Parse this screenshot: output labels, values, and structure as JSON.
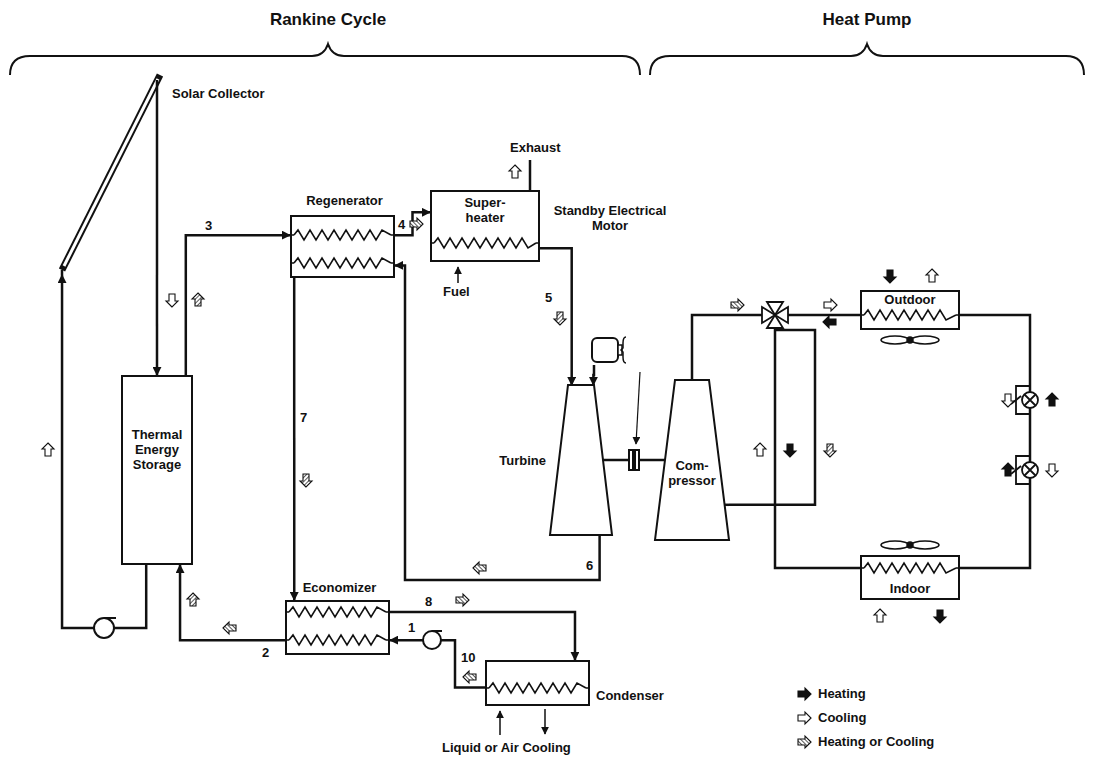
{
  "diagram": {
    "nodes": [
      {
        "text": [
          "Solar Collector"
        ]
      },
      {
        "text": [
          "Regenerator"
        ]
      },
      {
        "text": [
          "Super- heater"
        ]
      },
      {
        "text": [
          "Standby Electrical Motor"
        ]
      },
      {
        "text": [
          "Thermal Energy Storage"
        ]
      },
      {
        "text": [
          "Turbine"
        ]
      },
      {
        "text": [
          "Com- pressor"
        ]
      },
      {
        "text": [
          "Outdoor"
        ]
      },
      {
        "text": [
          "Indoor"
        ]
      },
      {
        "text": [
          "Economizer"
        ]
      },
      {
        "text": [
          "Condenser"
        ]
      }
    ],
    "edges": [
      {
        "from": 0,
        "to": 4,
        "arrow": "to"
      },
      {
        "from": 4,
        "to": 0,
        "arrow": "to"
      },
      {
        "from": 4,
        "to": 1,
        "arrow": "to"
      },
      {
        "from": 1,
        "to": 2,
        "arrow": "to"
      },
      {
        "from": 2,
        "to": 5,
        "arrow": "to"
      },
      {
        "from": 5,
        "to": 1,
        "arrow": "to"
      },
      {
        "from": 1,
        "to": 9,
        "arrow": "to"
      },
      {
        "from": 9,
        "to": 10,
        "arrow": "to"
      },
      {
        "from": 10,
        "to": 9,
        "arrow": "to"
      },
      {
        "from": 9,
        "to": 4,
        "arrow": "to"
      },
      {
        "from": 5,
        "to": 6,
        "arrow": "none"
      },
      {
        "from": 3,
        "to": 5,
        "arrow": "to"
      },
      {
        "from": 6,
        "to": 7,
        "arrow": "none"
      },
      {
        "from": 7,
        "to": 8,
        "arrow": "none"
      },
      {
        "from": 8,
        "to": 6,
        "arrow": "none"
      }
    ],
    "labels": [
      "Rankine Cycle",
      "Heat Pump",
      "Exhaust",
      "Fuel",
      "1",
      "2",
      "3",
      "4",
      "5",
      "6",
      "7",
      "8",
      "10",
      "Liquid or Air Cooling"
    ],
    "legend": [
      {
        "text": "Heating"
      },
      {
        "text": "Cooling"
      },
      {
        "text": "Heating or Cooling"
      }
    ]
  }
}
